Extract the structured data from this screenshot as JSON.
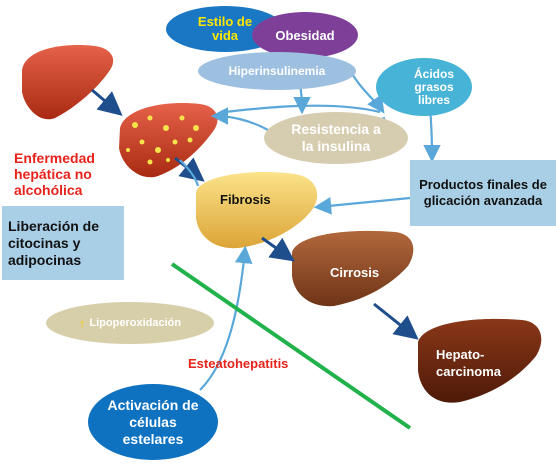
{
  "nodes": {
    "estilo_de_vida": "Estilo de vida",
    "obesidad": "Obesidad",
    "hiperinsulinemia": "Hiperinsulinemia",
    "acidos_grasos_libres": "Ácidos grasos libres",
    "resistencia_insulina": "Resistencia a la insulina",
    "productos_finales": "Productos finales de glicación avanzada",
    "enfermedad_hepatica": "Enfermedad hepática no alcohólica",
    "liberacion_citocinas": "Liberación de citocinas y adipocinas",
    "fibrosis": "Fibrosis",
    "cirrosis": "Cirrosis",
    "lipoperoxidacion": "Lipoperoxidación",
    "esteatohepatitis": "Esteatohepatitis",
    "hepatocarcinoma": "Hepato- carcinoma",
    "activacion_celulas": "Activación de células estelares"
  },
  "colors": {
    "estilo": "#1a77c4",
    "estilo_text": "#ffe600",
    "obesidad": "#7d3f98",
    "hiper": "#9dbfe0",
    "acidos": "#47b3d6",
    "resistencia": "#d6cdb0",
    "light_box": "#a9cfe6",
    "red_label": "#e8231b",
    "arrow_light": "#5aa7d9",
    "arrow_dark": "#1f4e8c",
    "green_line": "#22b24c",
    "lipo": "#d7cfa9",
    "activacion": "#0e72c0",
    "liver_red": "#c9391d",
    "liver_fibrosis": "#f2c243",
    "liver_cirrosis": "#8a4a25",
    "liver_hepato": "#6b2812"
  }
}
